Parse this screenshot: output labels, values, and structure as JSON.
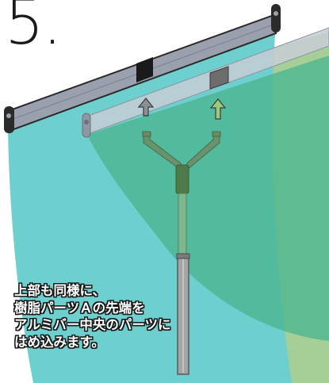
{
  "step": {
    "number": "5."
  },
  "instruction": {
    "lines": [
      "上部も同様に、",
      "樹脂パーツＡの先端を",
      "アルミバー中央のパーツに",
      "はめ込みます。"
    ]
  },
  "colors": {
    "front_screen": "#6ecfcf",
    "back_screen": "#4bb58e",
    "side_screen": "#a5cf96",
    "bar": "#9aa0ad",
    "bar_outline": "#2b2b2b",
    "center_part": "#1a1a1a",
    "pole": "#9a9a9a",
    "resin_part": "#6b8c65",
    "text_fill": "#ffffff",
    "text_outline": "#1a1a1a"
  },
  "icons": {
    "front_arrow": "arrow-up-icon",
    "back_arrow": "arrow-up-icon"
  }
}
